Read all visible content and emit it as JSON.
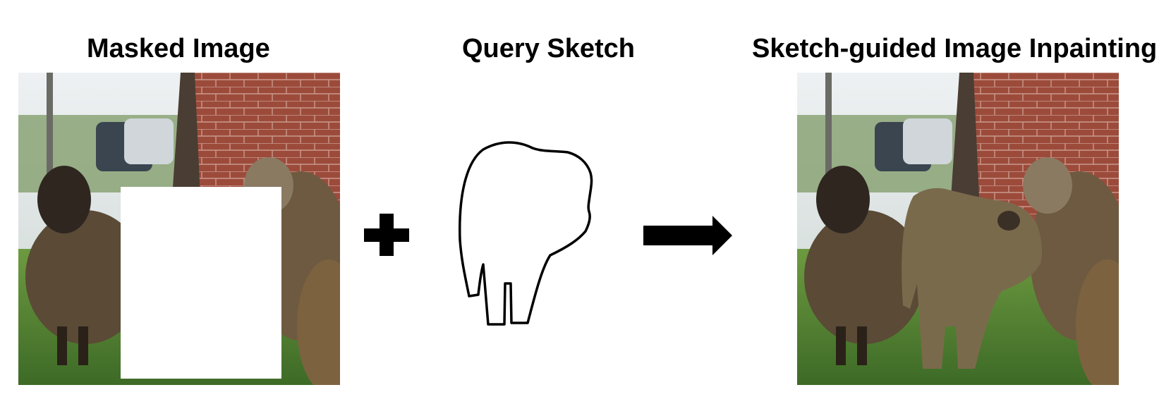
{
  "titles": {
    "masked": "Masked Image",
    "sketch": "Query Sketch",
    "result": "Sketch-guided Image Inpainting"
  },
  "colors": {
    "background": "#ffffff",
    "mask_fill": "#ffffff",
    "symbol": "#000000",
    "brick": "#9a4a3a",
    "grass": "#5f8a3a",
    "sky": "#dfe6ea"
  },
  "icons": {
    "operator_plus": "plus-icon",
    "operator_arrow": "arrow-right-icon"
  }
}
